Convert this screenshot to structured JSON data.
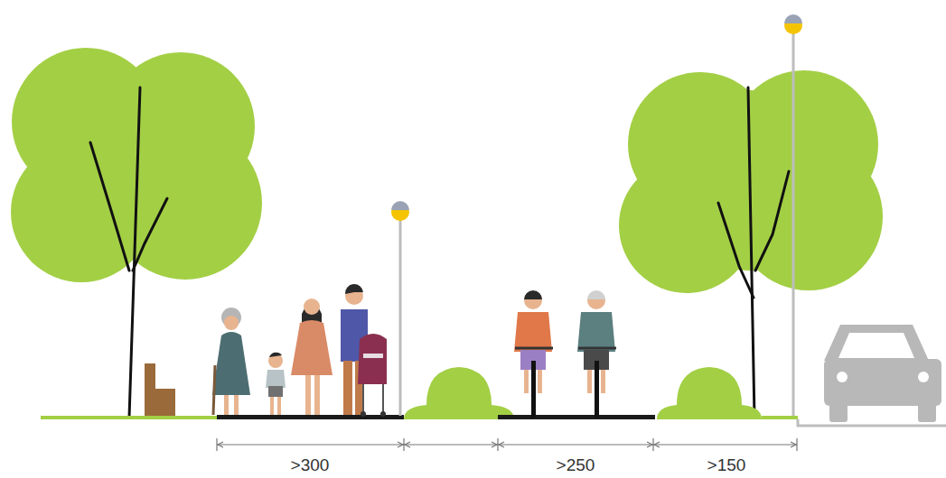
{
  "diagram": {
    "labels": [
      ">300",
      ">250",
      ">150"
    ]
  }
}
